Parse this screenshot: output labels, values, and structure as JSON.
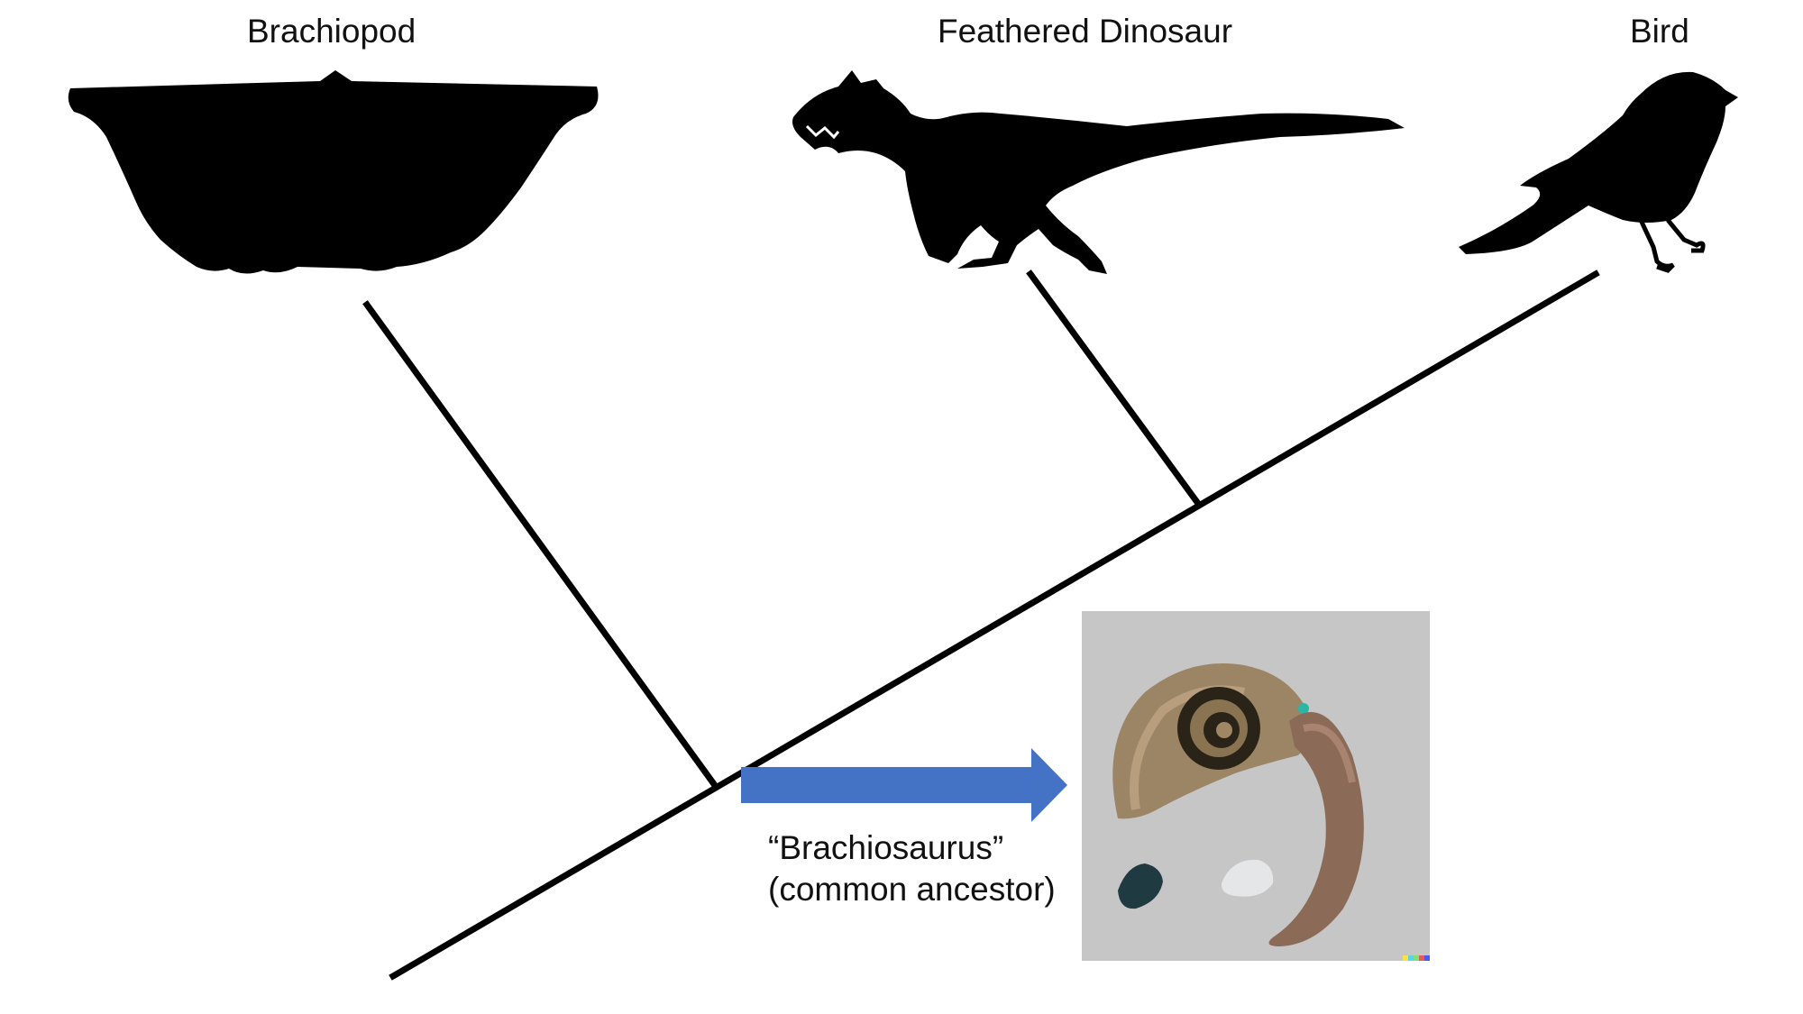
{
  "taxa": {
    "brachiopod": "Brachiopod",
    "feathered_dinosaur": "Feathered Dinosaur",
    "bird": "Bird"
  },
  "ancestor": {
    "name": "“Brachiosaurus”",
    "description": "(common ancestor)"
  },
  "colors": {
    "tree_line": "#000000",
    "arrow": "#4472c4",
    "silhouette": "#000000",
    "image_background": "#c6c6c6"
  },
  "icons": [
    "brachiopod-silhouette-icon",
    "feathered-dinosaur-silhouette-icon",
    "bird-silhouette-icon",
    "arrow-right-icon"
  ]
}
